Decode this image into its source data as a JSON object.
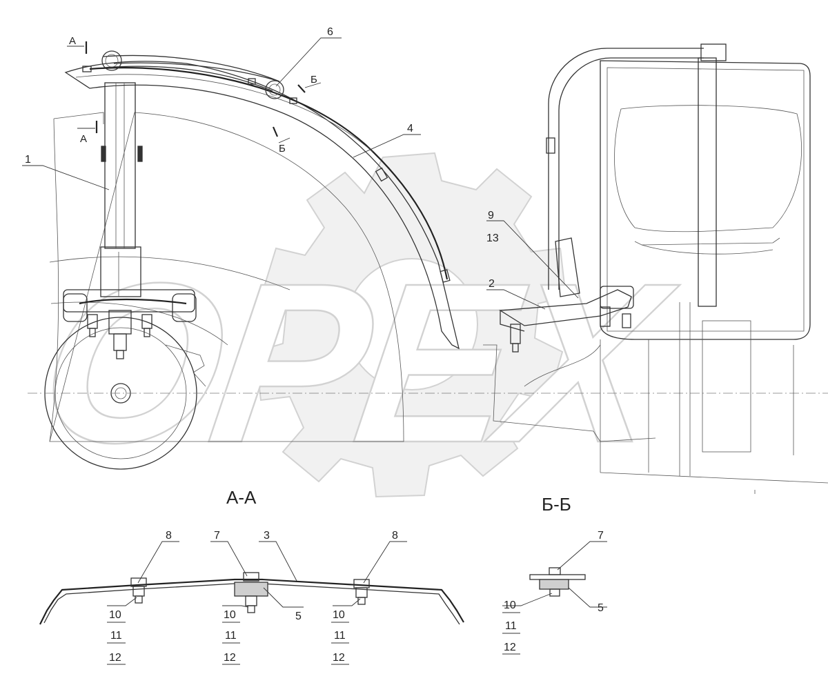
{
  "watermark": {
    "text": "OPEX"
  },
  "corner_note": "",
  "sections": {
    "aa": {
      "title": "А-А"
    },
    "bb": {
      "title": "Б-Б"
    }
  },
  "cut_marks": {
    "a_top": "А",
    "a_low": "А",
    "b_upper": "Б",
    "b_lower": "Б"
  },
  "callouts": {
    "p1": "1",
    "p2": "2",
    "p4": "4",
    "p6": "6",
    "p9": "9",
    "p13": "13",
    "aa_8_left": "8",
    "aa_7": "7",
    "aa_3": "3",
    "aa_8_right": "8",
    "aa_10_left": "10",
    "aa_11_left": "11",
    "aa_12_left": "12",
    "aa_10_mid": "10",
    "aa_11_mid": "11",
    "aa_12_mid": "12",
    "aa_5": "5",
    "aa_10_right": "10",
    "aa_11_right": "11",
    "aa_12_right": "12",
    "bb_7": "7",
    "bb_10": "10",
    "bb_11": "11",
    "bb_12": "12",
    "bb_5": "5"
  }
}
